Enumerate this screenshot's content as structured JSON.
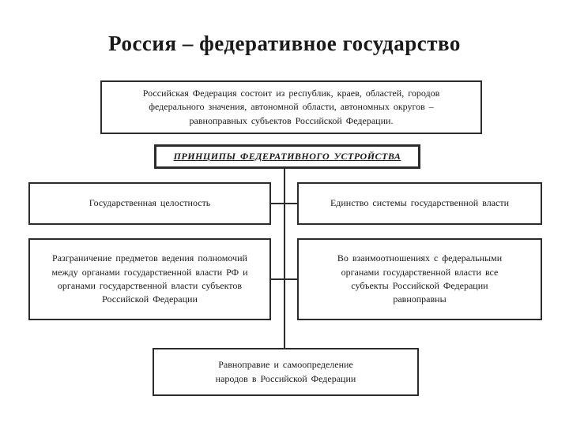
{
  "title": "Россия – федеративное государство",
  "intro": "Российская Федерация состоит из республик, краев, областей, городов\nфедерального значения, автономной области, автономных округов –\nравноправных субъектов Российской Федерации.",
  "principles_header": "ПРИНЦИПЫ ФЕДЕРАТИВНОГО УСТРОЙСТВА",
  "principles": {
    "integrity": "Государственная целостность",
    "unity": "Единство системы государственной власти",
    "demarcation": "Разграничение предметов ведения полномочий\nмежду органами государственной власти РФ и\nорганами государственной власти субъектов\nРоссийской Федерации",
    "equality": "Во взаимоотношениях с федеральными\nорганами государственной власти все\nсубъекты Российской Федерации\nравноправны",
    "self_determination": "Равноправие и самоопределение\nнародов в Российской Федерации"
  }
}
